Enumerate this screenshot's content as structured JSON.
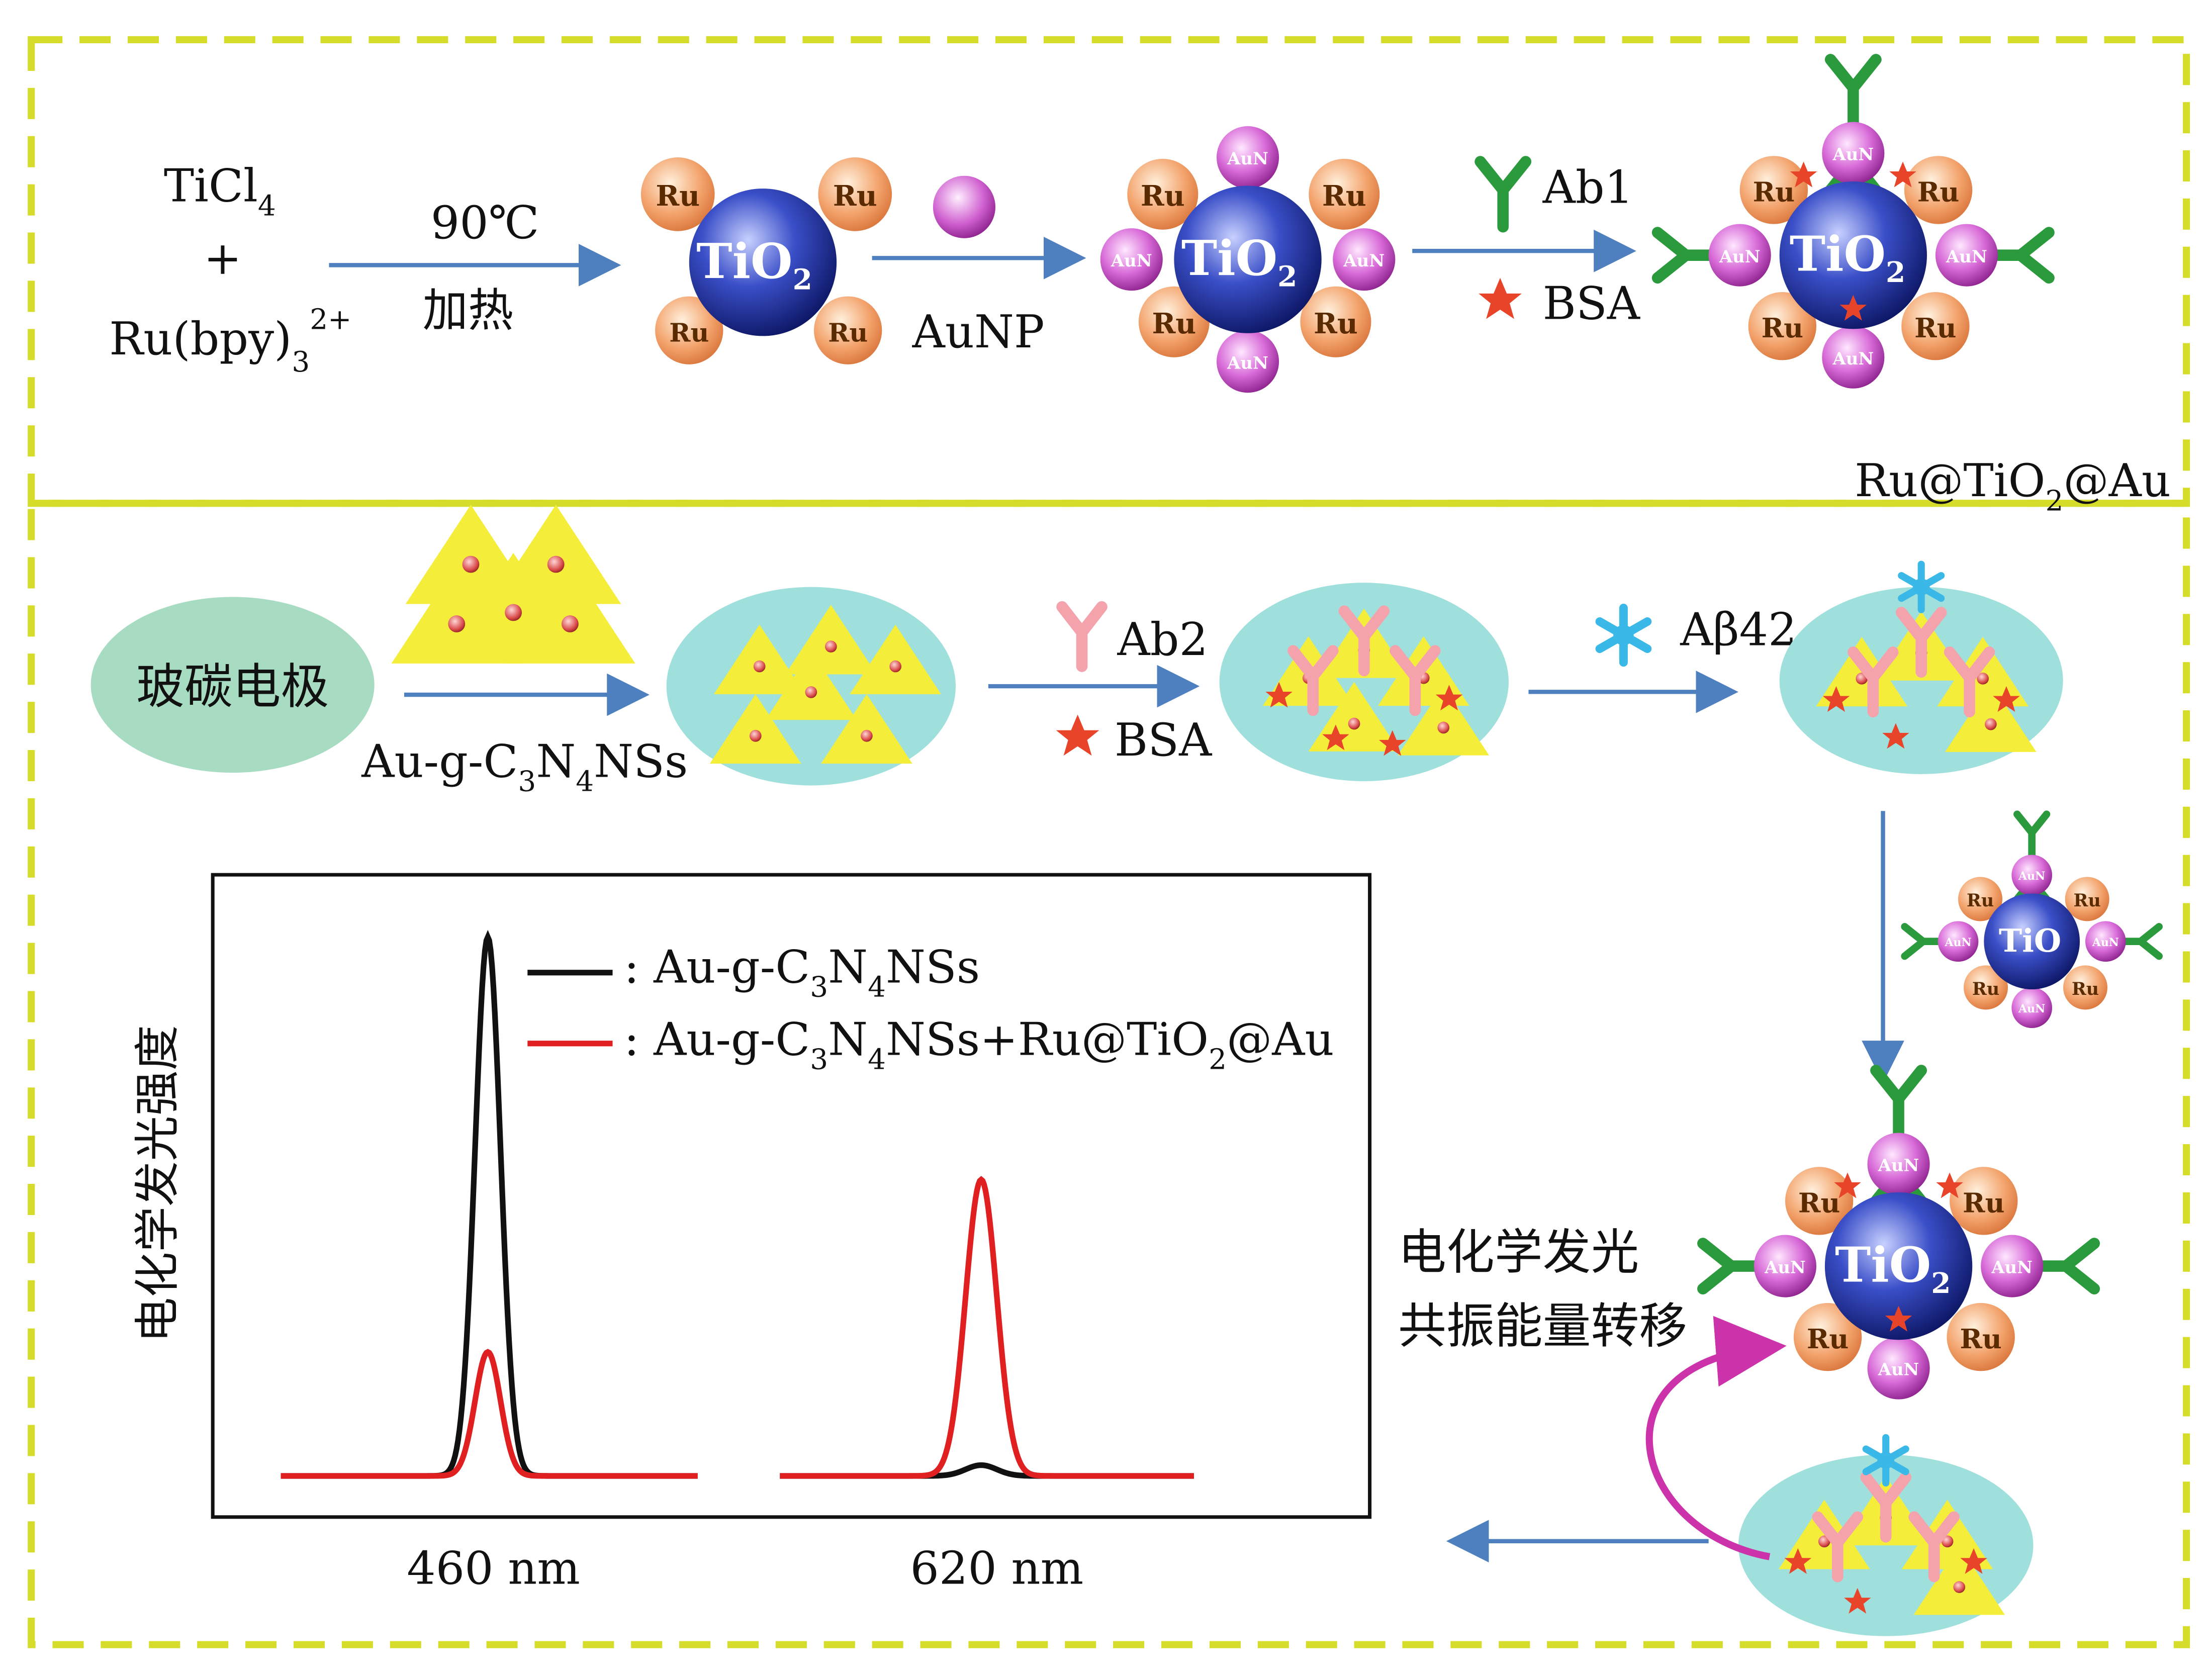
{
  "step1": {
    "reactant1": "TiCl",
    "reactant1_sub": "4",
    "plus": "+",
    "reactant2": "Ru(bpy)",
    "reactant2_sub": "3",
    "reactant2_sup": "2+",
    "temp": "90℃",
    "heating": "加热"
  },
  "particle": {
    "core": "TiO",
    "core_sub": "2",
    "ru": "Ru",
    "aun": "AuN"
  },
  "step2": {
    "reagent": "AuNP"
  },
  "step3": {
    "ab1": "Ab1",
    "bsa": "BSA"
  },
  "product": {
    "name_a": "Ru@TiO",
    "name_sub": "2",
    "name_b": "@Au"
  },
  "electrode": {
    "label": "玻碳电极",
    "reagent_a": "Au-g-C",
    "reagent_s1": "3",
    "reagent_b": "N",
    "reagent_s2": "4",
    "reagent_c": "NSs",
    "ab2": "Ab2",
    "bsa": "BSA",
    "target": "Aβ42"
  },
  "ecl": {
    "line1": "电化学发光",
    "line2": "共振能量转移"
  },
  "chart": {
    "ylabel": "电化学发光强度",
    "legend1": {
      "prefix": ": Au-g-C",
      "s1": "3",
      "mid": "N",
      "s2": "4",
      "suffix": "NSs"
    },
    "legend2": {
      "prefix": ": Au-g-C",
      "s1": "3",
      "mid": "N",
      "s2": "4",
      "mid2": "NSs+Ru@TiO",
      "s3": "2",
      "suffix": "@Au"
    },
    "tick1": "460 nm",
    "tick2": "620 nm"
  },
  "colors": {
    "frame": "#d6dc2a",
    "arrow": "#4e7fbf",
    "black_curve": "#111111",
    "red_curve": "#e02020",
    "antibody_green": "#2a9a3c",
    "antibody_pink": "#f4a3ad",
    "electrode_cyan": "#9fe0dd",
    "triangle_yellow": "#f4ee3a",
    "star_red": "#e8442a",
    "snowflake": "#3ab8e8",
    "ecl_arrow": "#cc33aa"
  },
  "chart_data": {
    "type": "line",
    "ylabel": "电化学发光强度",
    "x_ticks": [
      "460 nm",
      "620 nm"
    ],
    "series": [
      {
        "name": ": Au-g-C3N4NSs",
        "color": "#111111",
        "peaks": [
          {
            "x": "460 nm",
            "height": 1.0
          },
          {
            "x": "620 nm",
            "height": 0.02
          }
        ]
      },
      {
        "name": ": Au-g-C3N4NSs+Ru@TiO2@Au",
        "color": "#e02020",
        "peaks": [
          {
            "x": "460 nm",
            "height": 0.23
          },
          {
            "x": "620 nm",
            "height": 0.55
          }
        ]
      }
    ],
    "grid": false,
    "legend": "top"
  }
}
